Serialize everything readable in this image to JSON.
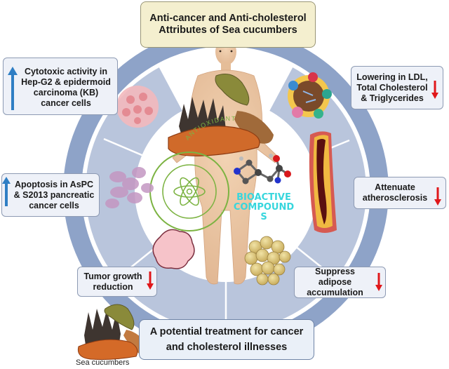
{
  "title": "Anti-cancer and Anti-cholesterol Attributes of Sea cucumbers",
  "colors": {
    "ring_outer": "#8ea3c8",
    "ring_inner": "#b9c5dc",
    "box_bg": "#eef1f8",
    "title_bg": "#f4efcf",
    "up_arrow": "#2f7ec4",
    "down_arrow": "#e0171a",
    "antioxidant_green": "#7cb342",
    "bioactive_cyan": "#37d6dd"
  },
  "effects": [
    {
      "id": "cytotoxic",
      "label": "Cytotoxic activity in Hep-G2 & epidermoid carcinoma (KB) cancer cells",
      "direction": "up",
      "icon": "cancer-cell-cluster-icon"
    },
    {
      "id": "apoptosis",
      "label": "Apoptosis in AsPC & S2013 pancreatic cancer cells",
      "direction": "up",
      "icon": "pancreatic-cells-icon"
    },
    {
      "id": "tumor",
      "label": "Tumor growth reduction",
      "direction": "down",
      "icon": "tumor-mass-icon"
    },
    {
      "id": "ldl",
      "label": "Lowering in LDL, Total Cholesterol & Triglycerides",
      "direction": "down",
      "icon": "lipoprotein-icon"
    },
    {
      "id": "atherosclerosis",
      "label": "Attenuate atherosclerosis",
      "direction": "down",
      "icon": "artery-plaque-icon"
    },
    {
      "id": "adipose",
      "label": "Suppress adipose accumulation",
      "direction": "down",
      "icon": "adipocytes-icon"
    }
  ],
  "center": {
    "figure": "human-body-icon",
    "antioxidant_label": "ANTIOXIDANT",
    "bioactive_label_line1": "BIOACTIVE",
    "bioactive_label_line2": "COMPOUND",
    "bioactive_label_line3": "S"
  },
  "conclusion": "A potential treatment for cancer and cholesterol illnesses",
  "sea_cucumbers_label": "Sea cucumbers"
}
